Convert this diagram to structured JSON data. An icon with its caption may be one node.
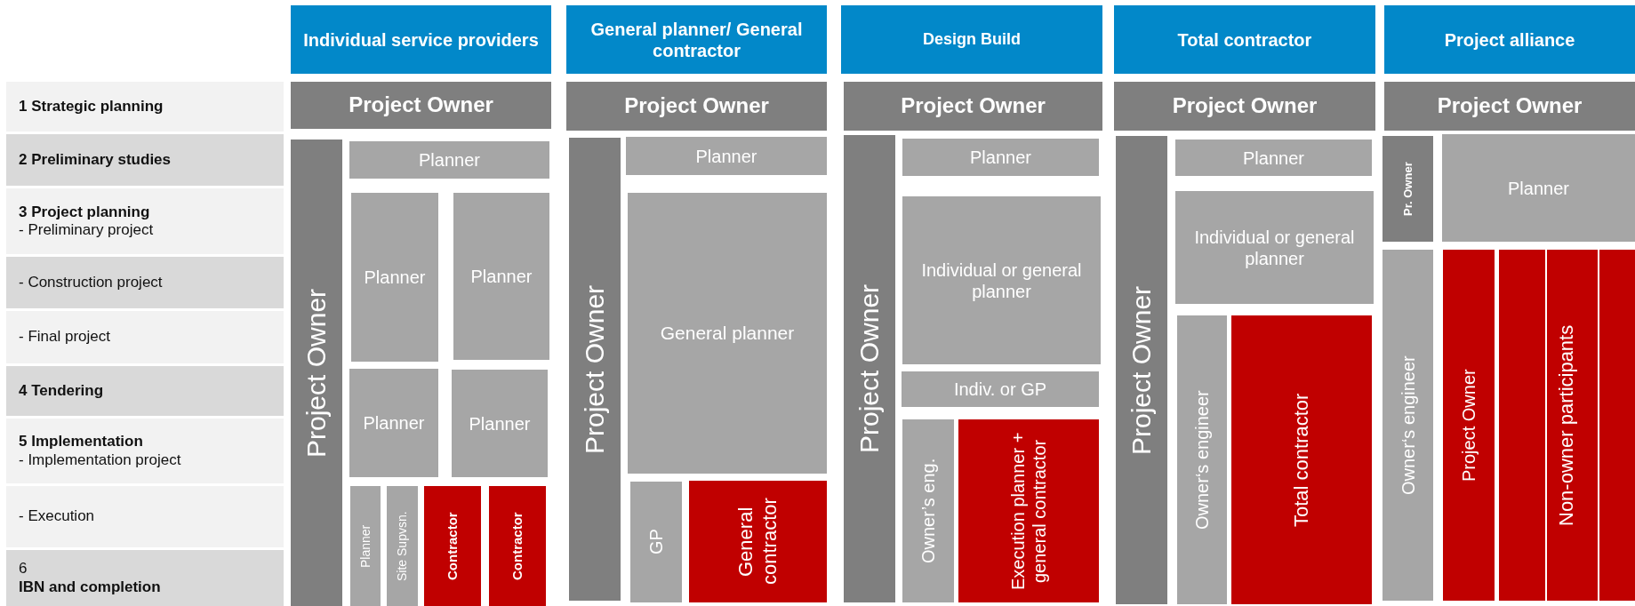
{
  "diagram": {
    "nodes": [
      {
        "text": [
          "1 Strategic planning"
        ]
      },
      {
        "text": [
          "2 Preliminary studies"
        ]
      },
      {
        "text": [
          "3 Project planning",
          "- Preliminary project"
        ]
      },
      {
        "text": [
          "- Construction project"
        ]
      },
      {
        "text": [
          "- Final project"
        ]
      },
      {
        "text": [
          "4  Tendering"
        ]
      },
      {
        "text": [
          "5 Implementation",
          "- Implementation project"
        ]
      },
      {
        "text": [
          "- Execution"
        ]
      },
      {
        "text": [
          "6 **IBN and completion**"
        ]
      },
      {
        "text": [
          "Individual service providers"
        ]
      },
      {
        "text": [
          "General planner/ General contractor"
        ]
      },
      {
        "text": [
          "Design Build"
        ]
      },
      {
        "text": [
          "Total contractor"
        ]
      },
      {
        "text": [
          "Project alliance"
        ]
      },
      {
        "text": [
          "Project Owner"
        ]
      },
      {
        "text": [
          "Project Owner"
        ]
      },
      {
        "text": [
          "Project Owner"
        ]
      },
      {
        "text": [
          "Project Owner"
        ]
      },
      {
        "text": [
          "Project Owner"
        ]
      },
      {
        "text": [
          "Project Owner"
        ]
      },
      {
        "text": [
          "Planner"
        ]
      },
      {
        "text": [
          "Planner"
        ]
      },
      {
        "text": [
          "Planner"
        ]
      },
      {
        "text": [
          "Planner"
        ]
      },
      {
        "text": [
          "Planner"
        ]
      },
      {
        "text": [
          "Planner"
        ]
      },
      {
        "text": [
          "Site Supvsn."
        ]
      },
      {
        "text": [
          "Contractor"
        ]
      },
      {
        "text": [
          "Contractor"
        ]
      },
      {
        "text": [
          "Project Owner"
        ]
      },
      {
        "text": [
          "Planner"
        ]
      },
      {
        "text": [
          "General planner"
        ]
      },
      {
        "text": [
          "GP"
        ]
      },
      {
        "text": [
          "General contractor"
        ]
      },
      {
        "text": [
          "Project Owner"
        ]
      },
      {
        "text": [
          "Planner"
        ]
      },
      {
        "text": [
          "Individual or general planner"
        ]
      },
      {
        "text": [
          "Indiv.  or GP"
        ]
      },
      {
        "text": [
          "Owner’s eng."
        ]
      },
      {
        "text": [
          "Execution planner + general contractor"
        ]
      },
      {
        "text": [
          "Project Owner"
        ]
      },
      {
        "text": [
          "Planner"
        ]
      },
      {
        "text": [
          "Individual or general planner"
        ]
      },
      {
        "text": [
          "Owner‘s engineer"
        ]
      },
      {
        "text": [
          "Total contractor"
        ]
      },
      {
        "text": [
          "Pr. Owner"
        ]
      },
      {
        "text": [
          "Planner"
        ]
      },
      {
        "text": [
          "Owner‘s engineer"
        ]
      },
      {
        "text": [
          "Project Owner"
        ]
      },
      {
        "text": [
          "Non-owner participants"
        ]
      }
    ]
  }
}
